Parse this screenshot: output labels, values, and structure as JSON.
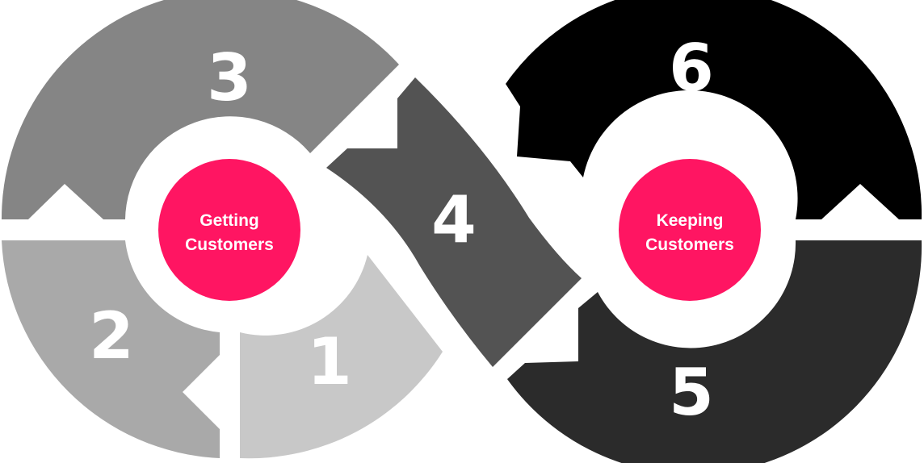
{
  "diagram": {
    "left_hub": {
      "line1": "Getting",
      "line2": "Customers"
    },
    "right_hub": {
      "line1": "Keeping",
      "line2": "Customers"
    },
    "segments": [
      {
        "label": "1",
        "color": "#c8c8c8"
      },
      {
        "label": "2",
        "color": "#a9a9a9"
      },
      {
        "label": "3",
        "color": "#858585"
      },
      {
        "label": "4",
        "color": "#535353"
      },
      {
        "label": "5",
        "color": "#2b2b2b"
      },
      {
        "label": "6",
        "color": "#000000"
      }
    ],
    "hub_color": "#ff1562"
  }
}
